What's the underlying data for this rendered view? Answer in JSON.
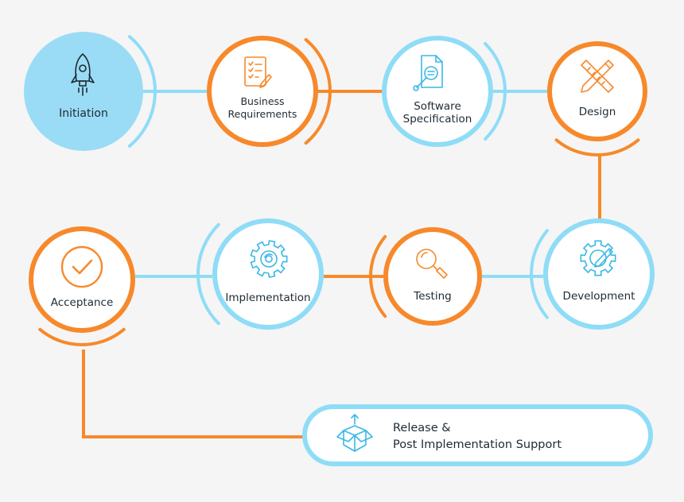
{
  "colors": {
    "background": "#f5f5f5",
    "blue": "#8fdcf7",
    "blue_fill": "#9adcf5",
    "orange": "#f7892b",
    "node_fill": "#ffffff",
    "text": "#1e2a34"
  },
  "nodes": [
    {
      "id": "initiation",
      "lines": [
        "Initiation"
      ],
      "icon": "rocket-icon",
      "style": "filled-blue"
    },
    {
      "id": "business-requirements",
      "lines": [
        "Business",
        "Requirements"
      ],
      "icon": "checklist-icon",
      "style": "orange"
    },
    {
      "id": "software-specification",
      "lines": [
        "Software",
        "Specification"
      ],
      "icon": "document-search-icon",
      "style": "blue"
    },
    {
      "id": "design",
      "lines": [
        "Design"
      ],
      "icon": "pencil-ruler-icon",
      "style": "orange"
    },
    {
      "id": "development",
      "lines": [
        "Development"
      ],
      "icon": "gear-pencil-icon",
      "style": "blue"
    },
    {
      "id": "testing",
      "lines": [
        "Testing"
      ],
      "icon": "magnifier-icon",
      "style": "orange"
    },
    {
      "id": "implementation",
      "lines": [
        "Implementation"
      ],
      "icon": "gear-icon",
      "style": "blue"
    },
    {
      "id": "acceptance",
      "lines": [
        "Acceptance"
      ],
      "icon": "check-circle-icon",
      "style": "orange"
    }
  ],
  "release": {
    "line1": "Release &",
    "line2": "Post Implementation Support",
    "icon": "open-box-icon"
  }
}
